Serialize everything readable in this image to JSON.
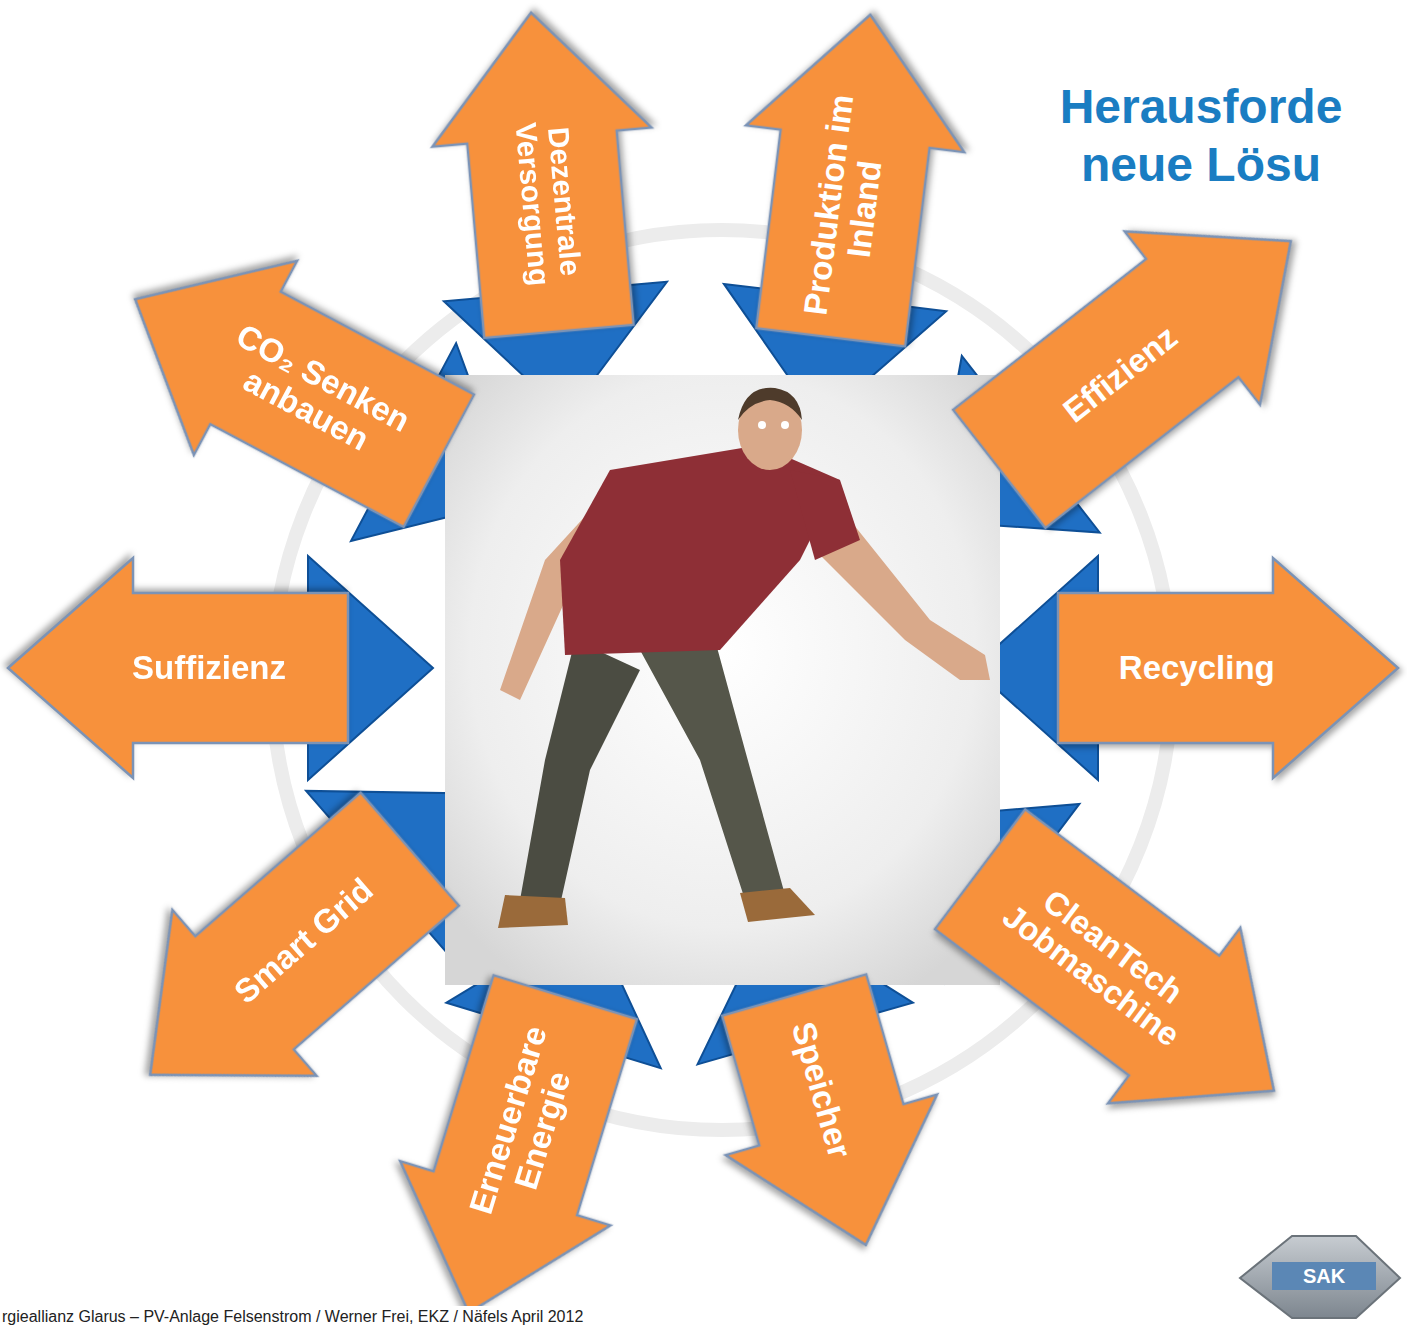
{
  "diagram": {
    "title": "Herausforde neue Lösu",
    "nodes": [
      {
        "text": [
          "Dezentrale Versorgung"
        ]
      },
      {
        "text": [
          "Produktion im Inland"
        ]
      },
      {
        "text": [
          "Effizienz"
        ]
      },
      {
        "text": [
          "Recycling"
        ]
      },
      {
        "text": [
          "CleanTech Jobmaschine"
        ]
      },
      {
        "text": [
          "Speicher"
        ]
      },
      {
        "text": [
          "Erneuerbare Energie"
        ]
      },
      {
        "text": [
          "Smart Grid"
        ]
      },
      {
        "text": [
          "Suffizienz"
        ]
      },
      {
        "text": [
          "CO₂ Senken anbauen"
        ]
      }
    ],
    "labels": [
      "rgieallianz Glarus – PV-Anlage Felsenstrom / Werner Frei, EKZ / Näfels April 2012",
      "SAK"
    ]
  }
}
